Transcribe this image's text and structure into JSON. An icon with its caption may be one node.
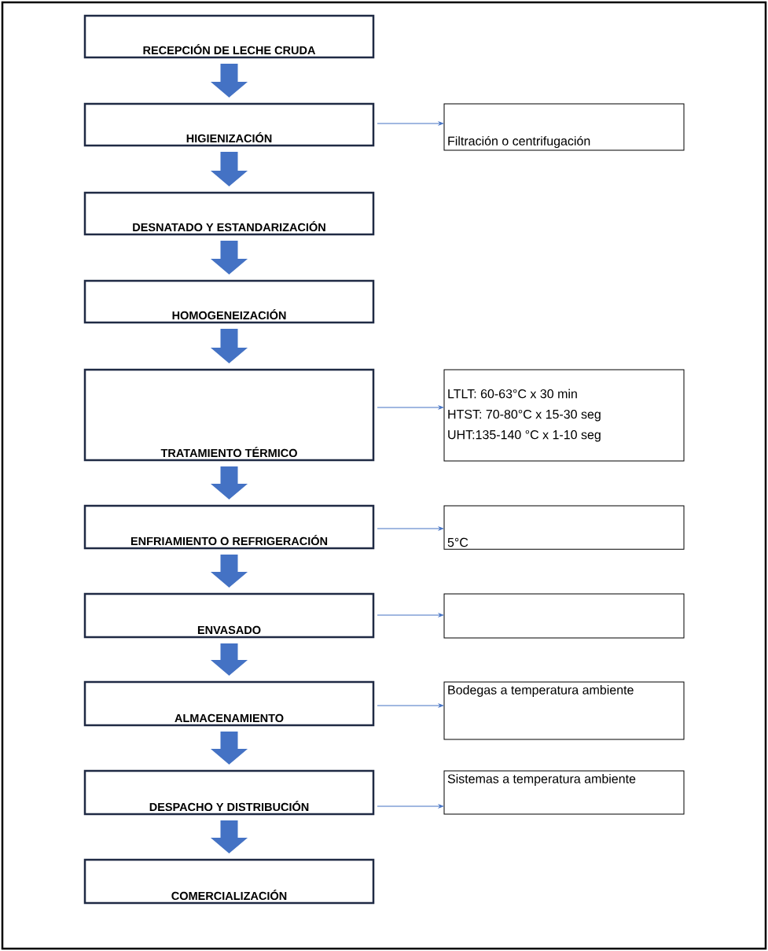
{
  "diagram": {
    "nodes": [
      {
        "text": [
          "RECEPCIÓN DE LECHE CRUDA"
        ]
      },
      {
        "text": [
          "HIGIENIZACIÓN"
        ]
      },
      {
        "text": [
          "Filtración o centrifugación"
        ]
      },
      {
        "text": [
          "DESNATADO Y ESTANDARIZACIÓN"
        ]
      },
      {
        "text": [
          "HOMOGENEIZACIÓN"
        ]
      },
      {
        "text": [
          "TRATAMIENTO TÉRMICO"
        ]
      },
      {
        "text": [
          "LTLT: 60-63°C x 30 min",
          "HTST: 70-80°C x 15-30 seg",
          "UHT:135-140 °C x 1-10 seg"
        ]
      },
      {
        "text": [
          "ENFRIAMIENTO O REFRIGERACIÓN"
        ]
      },
      {
        "text": [
          "5°C"
        ]
      },
      {
        "text": [
          "ENVASADO"
        ]
      },
      {
        "text": [],
        "shape": "box"
      },
      {
        "text": [
          "ALMACENAMIENTO"
        ]
      },
      {
        "text": [
          "Bodegas a temperatura ambiente"
        ]
      },
      {
        "text": [
          "DESPACHO Y DISTRIBUCIÓN"
        ]
      },
      {
        "text": [
          "Sistemas a temperatura ambiente"
        ]
      },
      {
        "text": [
          "COMERCIALIZACIÓN"
        ]
      }
    ],
    "edges": [
      {
        "from": 0,
        "to": 1,
        "arrow": "to"
      },
      {
        "from": 1,
        "to": 3,
        "arrow": "to"
      },
      {
        "from": 3,
        "to": 4,
        "arrow": "to"
      },
      {
        "from": 4,
        "to": 5,
        "arrow": "to"
      },
      {
        "from": 5,
        "to": 7,
        "arrow": "to"
      },
      {
        "from": 7,
        "to": 9,
        "arrow": "to"
      },
      {
        "from": 9,
        "to": 11,
        "arrow": "to"
      },
      {
        "from": 11,
        "to": 13,
        "arrow": "to"
      },
      {
        "from": 13,
        "to": 15,
        "arrow": "to"
      },
      {
        "from": 1,
        "to": 2,
        "arrow": "to"
      },
      {
        "from": 5,
        "to": 6,
        "arrow": "to"
      },
      {
        "from": 7,
        "to": 8,
        "arrow": "to"
      },
      {
        "from": 9,
        "to": 10,
        "arrow": "to"
      },
      {
        "from": 11,
        "to": 12,
        "arrow": "to"
      },
      {
        "from": 13,
        "to": 14,
        "arrow": "to"
      }
    ]
  }
}
